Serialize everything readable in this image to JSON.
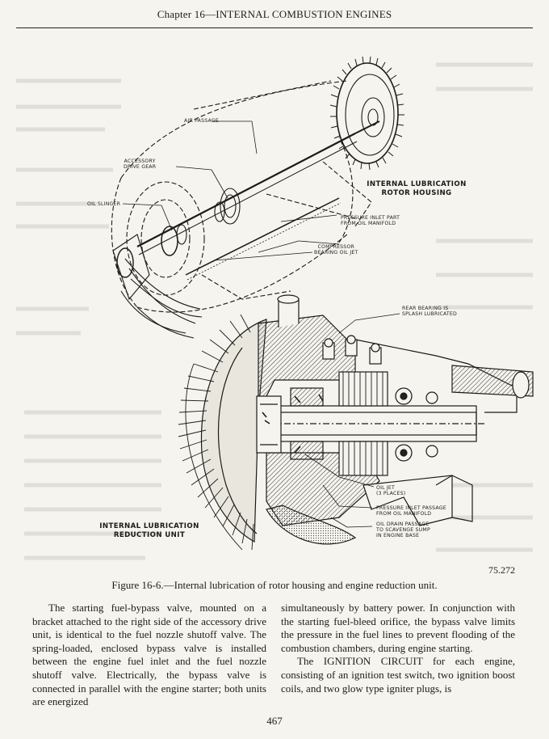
{
  "page": {
    "header": "Chapter 16—INTERNAL COMBUSTION ENGINES",
    "page_number": "467"
  },
  "figure": {
    "number_ref": "75.272",
    "caption": "Figure 16-6.—Internal lubrication of rotor housing and engine reduction unit.",
    "callouts": {
      "air_passage": "AIR PASSAGE",
      "accessory_drive_gear_1": "ACCESSORY",
      "accessory_drive_gear_2": "DRIVE GEAR",
      "oil_slinger": "OIL SLINGER",
      "rotor_housing_1": "INTERNAL LUBRICATION",
      "rotor_housing_2": "ROTOR HOUSING",
      "pressure_inlet_part_1": "PRESSURE INLET PART",
      "pressure_inlet_part_2": "FROM OIL MANIFOLD",
      "compressor_jet_1": "COMPRESSOR",
      "compressor_jet_2": "BEARING OIL JET",
      "rear_bearing_1": "REAR BEARING IS",
      "rear_bearing_2": "SPLASH LUBRICATED",
      "oil_jet_1": "OIL JET",
      "oil_jet_2": "(3 PLACES)",
      "pressure_inlet_passage_1": "PRESSURE INLET PASSAGE",
      "pressure_inlet_passage_2": "FROM OIL MANIFOLD",
      "oil_drain_1": "OIL DRAIN PASSAGE",
      "oil_drain_2": "TO SCAVENGE SUMP",
      "oil_drain_3": "IN ENGINE BASE",
      "reduction_unit_1": "INTERNAL LUBRICATION",
      "reduction_unit_2": "REDUCTION UNIT"
    }
  },
  "body": {
    "left_column": [
      "The starting fuel-bypass valve, mounted on a bracket attached to the right side of the accessory drive unit, is identical to the fuel nozzle shutoff valve. The spring-loaded, enclosed bypass valve is installed between the engine fuel inlet and the fuel nozzle shutoff valve. Electrically, the bypass valve is connected in parallel with the engine starter; both units are energized"
    ],
    "right_column": [
      "simultaneously by battery power. In conjunction with the starting fuel-bleed orifice, the bypass valve limits the pressure in the fuel lines to prevent flooding of the combustion chambers, during engine starting.",
      "The IGNITION CIRCUIT for each engine, consisting of an ignition test switch, two ignition boost coils, and two glow type igniter plugs, is"
    ]
  }
}
